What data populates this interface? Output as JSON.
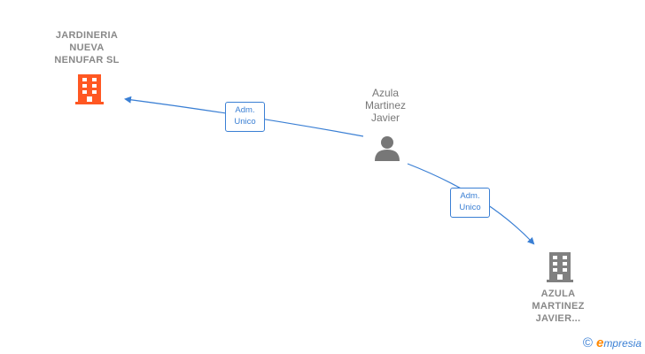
{
  "nodes": {
    "company_main": {
      "lines": [
        "JARDINERIA",
        "NUEVA",
        "NENUFAR  SL"
      ],
      "color": "#ff5722"
    },
    "person": {
      "lines": [
        "Azula",
        "Martinez",
        "Javier"
      ],
      "color": "#808080"
    },
    "company_other": {
      "lines": [
        "AZULA",
        "MARTINEZ",
        "JAVIER..."
      ],
      "color": "#808080"
    }
  },
  "edges": [
    {
      "label": [
        "Adm.",
        "Unico"
      ],
      "color": "#3a7fd4"
    },
    {
      "label": [
        "Adm.",
        "Unico"
      ],
      "color": "#3a7fd4"
    }
  ],
  "footer": {
    "copyright_symbol": "©",
    "brand_first": "e",
    "brand_rest": "mpresia"
  }
}
